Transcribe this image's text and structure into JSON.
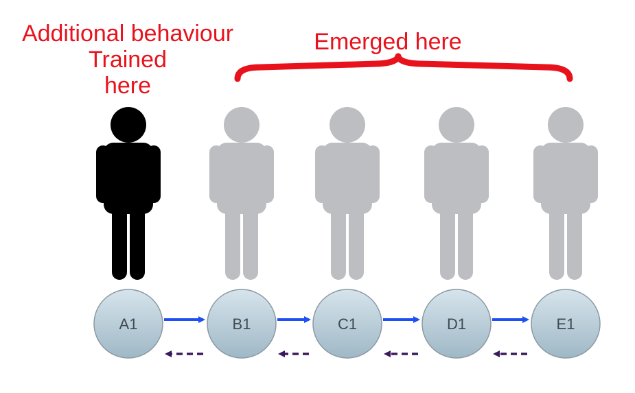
{
  "labels": {
    "trained_line1": "Additional behaviour",
    "trained_line2": "Trained",
    "trained_line3": "here",
    "emerged": "Emerged here"
  },
  "nodes": [
    {
      "id": "A1",
      "label": "A1",
      "person_color": "#000000"
    },
    {
      "id": "B1",
      "label": "B1",
      "person_color": "#bdbec2"
    },
    {
      "id": "C1",
      "label": "C1",
      "person_color": "#bdbec2"
    },
    {
      "id": "D1",
      "label": "D1",
      "person_color": "#bdbec2"
    },
    {
      "id": "E1",
      "label": "E1",
      "person_color": "#bdbec2"
    }
  ],
  "colors": {
    "annotation": "#e8121c",
    "forward_arrow": "#1e4ff2",
    "back_arrow": "#3b1a5c",
    "node_fill_top": "#d6e4ec",
    "node_fill_bottom": "#9fb8c6",
    "node_stroke": "#8b99a2",
    "node_text": "#3f4a52"
  }
}
